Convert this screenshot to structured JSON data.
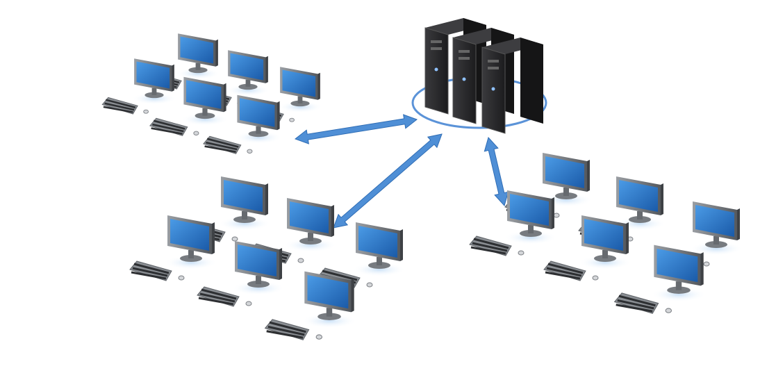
{
  "diagram": {
    "type": "network-topology",
    "icons": {
      "server": "server-tower-icon",
      "workstation": "desktop-monitor-icon",
      "keyboard": "keyboard-icon",
      "mouse": "mouse-icon",
      "link": "double-arrow-icon"
    },
    "colors": {
      "background": "#ffffff",
      "screen": "#2f7fd3",
      "screen_dark": "#1a5aa8",
      "frame": "#6d7176",
      "server_body": "#2b2b2d",
      "arrow": "#4f8fd6",
      "ring": "#5b93d8"
    },
    "groups": [
      {
        "workstations": 6
      },
      {
        "workstations": 6
      },
      {
        "workstations": 6
      }
    ],
    "servers": 3
  }
}
